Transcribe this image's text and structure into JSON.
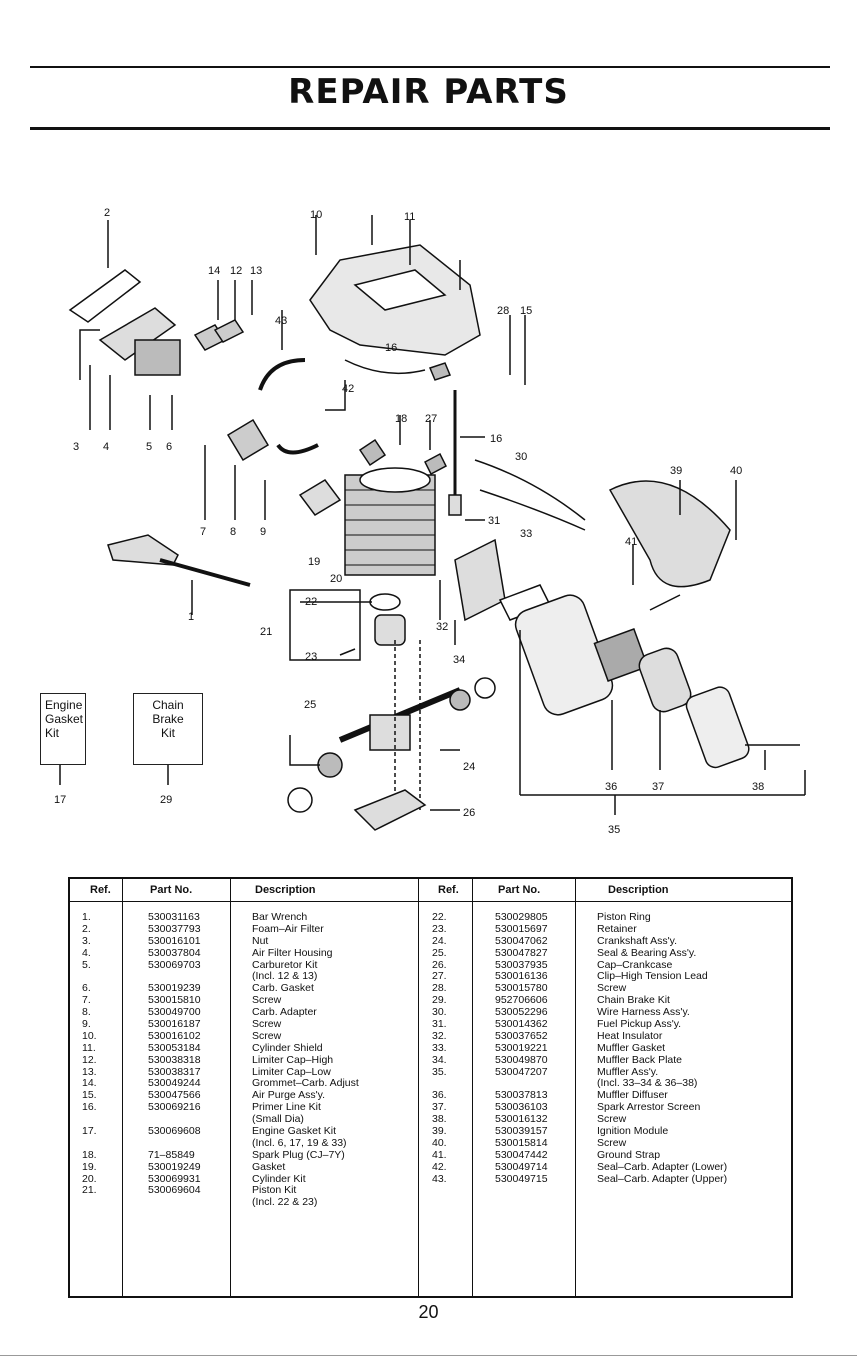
{
  "page": {
    "title": "REPAIR PARTS",
    "page_number": "20"
  },
  "diagram": {
    "callouts": [
      "2",
      "10",
      "11",
      "14",
      "12",
      "13",
      "43",
      "28",
      "15",
      "16",
      "42",
      "18",
      "27",
      "16",
      "30",
      "39",
      "40",
      "3",
      "4",
      "5",
      "6",
      "7",
      "8",
      "9",
      "31",
      "33",
      "41",
      "19",
      "20",
      "22",
      "21",
      "32",
      "23",
      "34",
      "1",
      "25",
      "24",
      "26",
      "36",
      "37",
      "38",
      "35",
      "17",
      "29"
    ],
    "kits": [
      {
        "label_lines": [
          "Engine",
          "Gasket",
          "Kit"
        ]
      },
      {
        "label_lines": [
          "Chain",
          "Brake",
          "Kit"
        ]
      }
    ]
  },
  "table": {
    "headers": {
      "ref": "Ref.",
      "part_no": "Part No.",
      "description": "Description"
    },
    "left_rows": [
      {
        "ref": "1.",
        "part": "530031163",
        "desc": "Bar Wrench"
      },
      {
        "ref": "2.",
        "part": "530037793",
        "desc": "Foam–Air Filter"
      },
      {
        "ref": "3.",
        "part": "530016101",
        "desc": "Nut"
      },
      {
        "ref": "4.",
        "part": "530037804",
        "desc": "Air Filter Housing"
      },
      {
        "ref": "5.",
        "part": "530069703",
        "desc": "Carburetor Kit"
      },
      {
        "ref": "",
        "part": "",
        "desc": "(Incl. 12 & 13)"
      },
      {
        "ref": "6.",
        "part": "530019239",
        "desc": "Carb. Gasket"
      },
      {
        "ref": "7.",
        "part": "530015810",
        "desc": "Screw"
      },
      {
        "ref": "8.",
        "part": "530049700",
        "desc": "Carb. Adapter"
      },
      {
        "ref": "9.",
        "part": "530016187",
        "desc": "Screw"
      },
      {
        "ref": "10.",
        "part": "530016102",
        "desc": "Screw"
      },
      {
        "ref": "11.",
        "part": "530053184",
        "desc": "Cylinder Shield"
      },
      {
        "ref": "12.",
        "part": "530038318",
        "desc": "Limiter Cap–High"
      },
      {
        "ref": "13.",
        "part": "530038317",
        "desc": "Limiter Cap–Low"
      },
      {
        "ref": "14.",
        "part": "530049244",
        "desc": "Grommet–Carb. Adjust"
      },
      {
        "ref": "15.",
        "part": "530047566",
        "desc": "Air Purge Ass'y."
      },
      {
        "ref": "16.",
        "part": "530069216",
        "desc": "Primer Line Kit"
      },
      {
        "ref": "",
        "part": "",
        "desc": "(Small Dia)"
      },
      {
        "ref": "17.",
        "part": "530069608",
        "desc": "Engine Gasket Kit"
      },
      {
        "ref": "",
        "part": "",
        "desc": "(Incl. 6, 17, 19 & 33)"
      },
      {
        "ref": "18.",
        "part": "71–85849",
        "desc": "Spark Plug (CJ–7Y)"
      },
      {
        "ref": "19.",
        "part": "530019249",
        "desc": "Gasket"
      },
      {
        "ref": "20.",
        "part": "530069931",
        "desc": "Cylinder Kit"
      },
      {
        "ref": "21.",
        "part": "530069604",
        "desc": "Piston Kit"
      },
      {
        "ref": "",
        "part": "",
        "desc": "(Incl. 22 & 23)"
      }
    ],
    "right_rows": [
      {
        "ref": "22.",
        "part": "530029805",
        "desc": "Piston Ring"
      },
      {
        "ref": "23.",
        "part": "530015697",
        "desc": "Retainer"
      },
      {
        "ref": "24.",
        "part": "530047062",
        "desc": "Crankshaft Ass'y."
      },
      {
        "ref": "25.",
        "part": "530047827",
        "desc": "Seal & Bearing Ass'y."
      },
      {
        "ref": "26.",
        "part": "530037935",
        "desc": "Cap–Crankcase"
      },
      {
        "ref": "27.",
        "part": "530016136",
        "desc": "Clip–High Tension Lead"
      },
      {
        "ref": "28.",
        "part": "530015780",
        "desc": "Screw"
      },
      {
        "ref": "29.",
        "part": "952706606",
        "desc": "Chain Brake Kit"
      },
      {
        "ref": "30.",
        "part": "530052296",
        "desc": "Wire Harness Ass'y."
      },
      {
        "ref": "31.",
        "part": "530014362",
        "desc": "Fuel Pickup Ass'y."
      },
      {
        "ref": "32.",
        "part": "530037652",
        "desc": "Heat Insulator"
      },
      {
        "ref": "33.",
        "part": "530019221",
        "desc": "Muffler Gasket"
      },
      {
        "ref": "34.",
        "part": "530049870",
        "desc": "Muffler Back Plate"
      },
      {
        "ref": "35.",
        "part": "530047207",
        "desc": "Muffler Ass'y."
      },
      {
        "ref": "",
        "part": "",
        "desc": "(Incl. 33–34 & 36–38)"
      },
      {
        "ref": "36.",
        "part": "530037813",
        "desc": "Muffler Diffuser"
      },
      {
        "ref": "37.",
        "part": "530036103",
        "desc": "Spark Arrestor Screen"
      },
      {
        "ref": "38.",
        "part": "530016132",
        "desc": "Screw"
      },
      {
        "ref": "39.",
        "part": "530039157",
        "desc": "Ignition Module"
      },
      {
        "ref": "40.",
        "part": "530015814",
        "desc": "Screw"
      },
      {
        "ref": "41.",
        "part": "530047442",
        "desc": "Ground Strap"
      },
      {
        "ref": "42.",
        "part": "530049714",
        "desc": "Seal–Carb. Adapter (Lower)"
      },
      {
        "ref": "43.",
        "part": "530049715",
        "desc": "Seal–Carb. Adapter (Upper)"
      }
    ]
  }
}
